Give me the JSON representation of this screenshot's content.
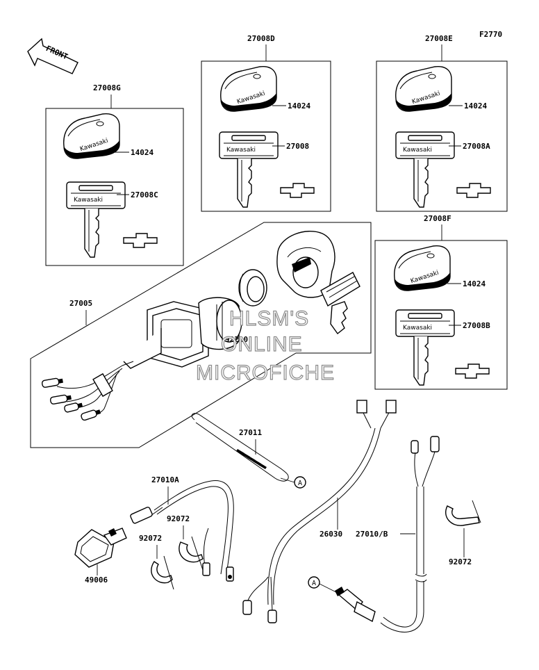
{
  "figure_code": "F2770",
  "front_arrow_text": "FRONT",
  "key_logo": "Kawasaki",
  "callout_letter": "A",
  "watermark": [
    "HLSM'S",
    "ONLINE",
    "MICROFICHE"
  ],
  "parts": {
    "p27008G": "27008G",
    "p27008D": "27008D",
    "p27008E": "27008E",
    "p27008F": "27008F",
    "p14024": "14024",
    "p27008": "27008",
    "p27008A": "27008A",
    "p27008B": "27008B",
    "p27008C": "27008C",
    "p27005": "27005",
    "p92210": "92210",
    "p27011": "27011",
    "p27010A": "27010A",
    "p92072": "92072",
    "p49006": "49006",
    "p26030": "26030",
    "p27010B": "27010/B"
  }
}
